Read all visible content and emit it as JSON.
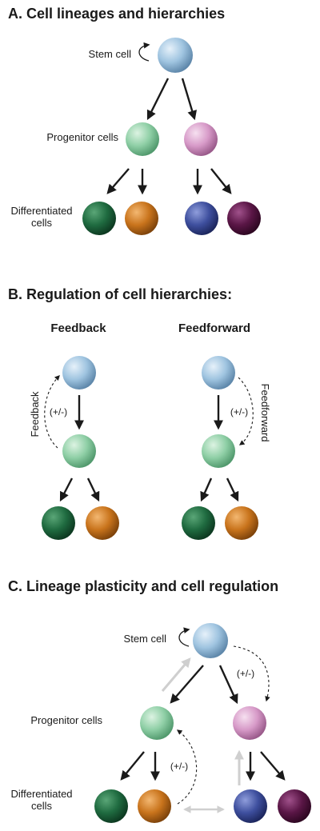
{
  "section_a": {
    "title": "A. Cell lineages and hierarchies",
    "stem_label": "Stem cell",
    "progenitor_label": "Progenitor cells",
    "differentiated_label_1": "Differentiated",
    "differentiated_label_2": "cells"
  },
  "section_b": {
    "title": "B. Regulation of cell hierarchies:",
    "feedback_title": "Feedback",
    "feedforward_title": "Feedforward",
    "feedback_side_label": "Feedback",
    "feedforward_side_label": "Feedforward",
    "regulation_sign_left": "(+/-)",
    "regulation_sign_right": "(+/-)"
  },
  "section_c": {
    "title": "C. Lineage plasticity and cell regulation",
    "stem_label": "Stem cell",
    "progenitor_label": "Progenitor cells",
    "differentiated_label_1": "Differentiated",
    "differentiated_label_2": "cells",
    "regulation_sign_top": "(+/-)",
    "regulation_sign_bottom": "(+/-)"
  },
  "colors": {
    "stem": "#9fc4e0",
    "progenitor_green": "#8fcfa6",
    "progenitor_pink": "#d79ac8",
    "diff_dark_green": "#1f6b40",
    "diff_orange": "#c9741c",
    "diff_blue": "#3e4f9e",
    "diff_purple": "#5a1646",
    "arrow": "#1a1a1a",
    "plasticity_arrow": "#cfcfcf"
  }
}
